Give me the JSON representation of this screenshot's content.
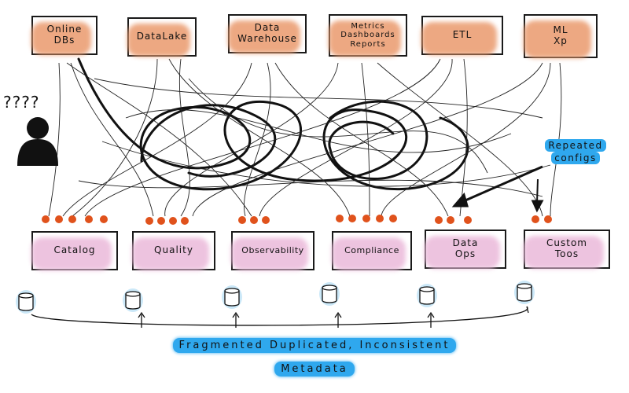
{
  "sources": [
    {
      "id": "online-dbs",
      "label": "Online\nDBs"
    },
    {
      "id": "datalake",
      "label": "DataLake"
    },
    {
      "id": "data-warehouse",
      "label": "Data\nWarehouse"
    },
    {
      "id": "metrics",
      "label": "Metrics\nDashboards\nReports"
    },
    {
      "id": "etl",
      "label": "ETL"
    },
    {
      "id": "ml-xp",
      "label": "ML\nXp"
    }
  ],
  "tools": [
    {
      "id": "catalog",
      "label": "Catalog"
    },
    {
      "id": "quality",
      "label": "Quality"
    },
    {
      "id": "observability",
      "label": "Observability"
    },
    {
      "id": "compliance",
      "label": "Compliance"
    },
    {
      "id": "data-ops",
      "label": "Data\nOps"
    },
    {
      "id": "custom-tools",
      "label": "Custom\nToos"
    }
  ],
  "question_marks": "????",
  "callout": {
    "line1": "Repeated",
    "line2": "configs"
  },
  "caption": {
    "line1": "Fragmented Duplicated, Inconsistent",
    "line2": "Metadata"
  },
  "colors": {
    "source": "#ea9a6d",
    "tool": "#ecbddc",
    "dot": "#e0521c",
    "highlight": "#2fa8ee",
    "db_glow": "#a9d8f4"
  }
}
